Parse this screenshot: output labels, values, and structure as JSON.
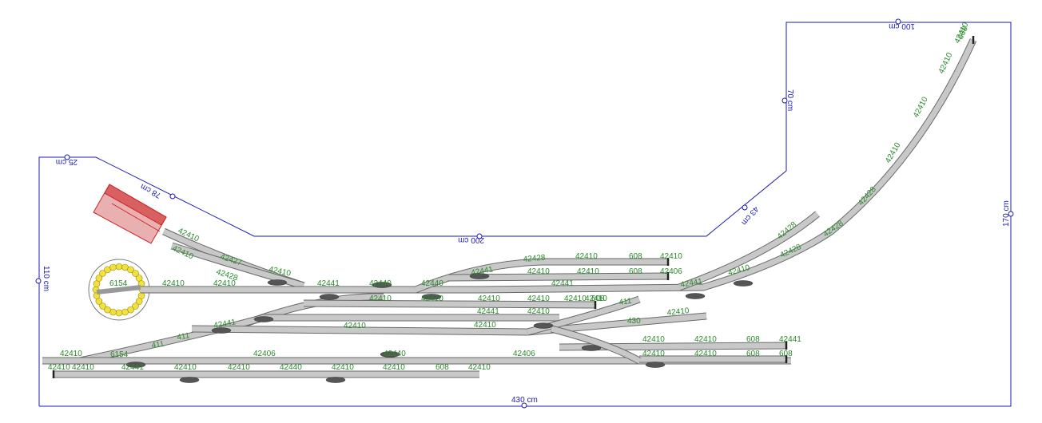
{
  "dimensions": {
    "top_right": "100 cm",
    "right_upper": "70 cm",
    "diag_right": "43 cm",
    "middle_top": "200 cm",
    "diag_left": "78 cm",
    "top_left": "25 cm",
    "left_side": "110 cm",
    "right_side": "170 cm",
    "bottom": "430 cm"
  },
  "turntable_label": "6154",
  "part_labels": [
    "42410",
    "42410",
    "42427",
    "42428",
    "42410",
    "42410",
    "42410",
    "42441",
    "42440",
    "42440",
    "42441",
    "42428",
    "42410",
    "42410",
    "608",
    "42410",
    "42410",
    "608",
    "42406",
    "42441",
    "42410",
    "42410",
    "42410",
    "42410",
    "42410",
    "42441",
    "42410",
    "411",
    "411",
    "411",
    "42441",
    "6154",
    "42410",
    "42406",
    "42410",
    "42440",
    "42406",
    "430",
    "42410",
    "42410",
    "42410",
    "42410",
    "608",
    "42441",
    "42410",
    "42410",
    "608",
    "608",
    "42410",
    "42410",
    "42441",
    "42410",
    "42410",
    "42440",
    "42410",
    "42410",
    "608",
    "42410",
    "42428",
    "42428",
    "42428",
    "42428",
    "42410",
    "42410",
    "42410",
    "42410",
    "608",
    "42441",
    "42410",
    "42410",
    "608"
  ]
}
